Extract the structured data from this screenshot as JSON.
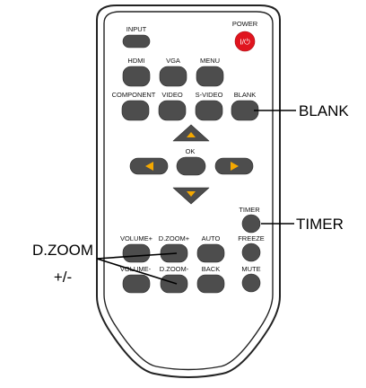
{
  "remote": {
    "buttons": {
      "input": "INPUT",
      "power": "POWER",
      "power_symbol": "I/⏻",
      "hdmi": "HDMI",
      "vga": "VGA",
      "menu": "MENU",
      "component": "COMPONENT",
      "video": "VIDEO",
      "svideo": "S-VIDEO",
      "blank": "BLANK",
      "ok": "OK",
      "timer": "TIMER",
      "volume_plus": "VOLUME+",
      "dzoom_plus": "D.ZOOM+",
      "auto": "AUTO",
      "freeze": "FREEZE",
      "volume_minus": "VOLUME-",
      "dzoom_minus": "D.ZOOM-",
      "back": "BACK",
      "mute": "MUTE"
    }
  },
  "callouts": {
    "blank": "BLANK",
    "timer": "TIMER",
    "dzoom_line1": "D.ZOOM",
    "dzoom_line2": "+/-"
  },
  "colors": {
    "button": "#4d4d4d",
    "power_button": "#e0141e",
    "arrow": "#f5a800",
    "body": "#ffffff",
    "outline": "#222222"
  }
}
